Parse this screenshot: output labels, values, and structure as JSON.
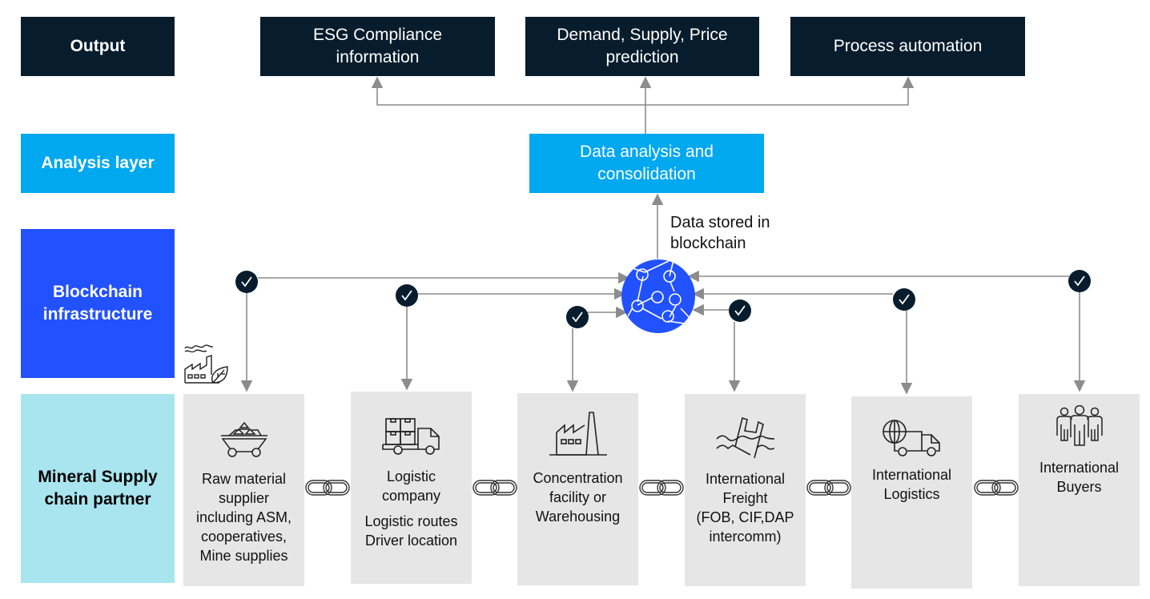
{
  "layers": {
    "output": "Output",
    "analysis": "Analysis layer",
    "blockchain_line1": "Blockchain",
    "blockchain_line2": "infrastructure",
    "mineral_line1": "Mineral Supply",
    "mineral_line2": "chain partner"
  },
  "outputs": [
    {
      "line1": "ESG Compliance",
      "line2": "information"
    },
    {
      "line1": "Demand, Supply, Price",
      "line2": "prediction"
    },
    {
      "line1": "Process automation",
      "line2": ""
    }
  ],
  "analysis_box": {
    "line1": "Data analysis and",
    "line2": "consolidation"
  },
  "blockchain_note": {
    "line1": "Data stored in",
    "line2": "blockchain"
  },
  "partners": [
    {
      "icon": "mine-cart-icon",
      "lines": [
        "Raw material",
        "supplier",
        "including ASM,",
        "cooperatives,",
        "Mine supplies"
      ],
      "sub": []
    },
    {
      "icon": "delivery-truck-icon",
      "lines": [
        "Logistic",
        "company"
      ],
      "sub": [
        "Logistic routes",
        "Driver location"
      ]
    },
    {
      "icon": "factory-icon",
      "lines": [
        "Concentration",
        "facility or",
        "Warehousing"
      ],
      "sub": []
    },
    {
      "icon": "sinking-ship-icon",
      "lines": [
        "International",
        "Freight",
        "(FOB, CIF,DAP",
        "intercomm)"
      ],
      "sub": []
    },
    {
      "icon": "global-truck-icon",
      "lines": [
        "International",
        "Logistics"
      ],
      "sub": []
    },
    {
      "icon": "people-group-icon",
      "lines": [
        "International",
        "Buyers"
      ],
      "sub": []
    }
  ],
  "icons": {
    "esg": "eco-factory-icon",
    "blockchain": "blockchain-network-icon",
    "check": "checkmark-icon",
    "link": "chain-link-icon"
  },
  "colors": {
    "dark_navy": "#071c2c",
    "analysis_blue": "#00a8f0",
    "blockchain_blue": "#2251ff",
    "mineral_cyan": "#a9e5ef",
    "partner_gray": "#e6e6e6",
    "arrow_gray": "#8c8c8c"
  }
}
